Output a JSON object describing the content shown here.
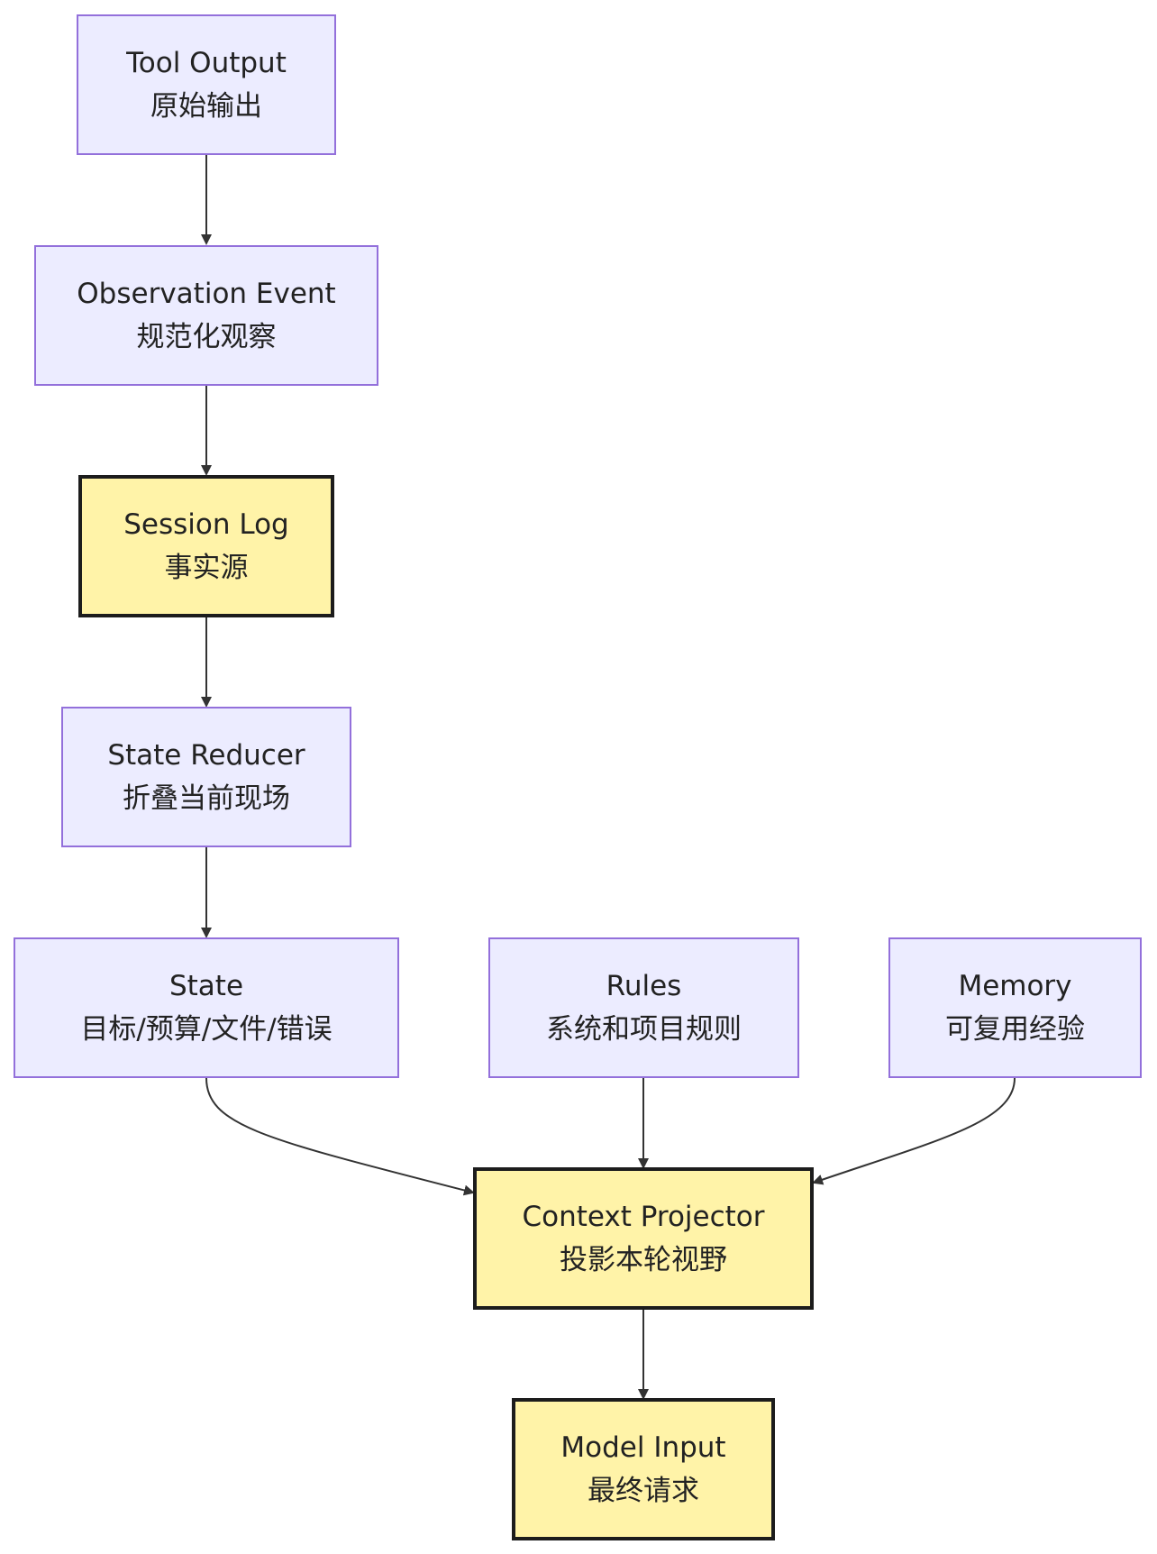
{
  "nodes": {
    "tool_output": {
      "title": "Tool Output",
      "sub": "原始输出"
    },
    "observation_event": {
      "title": "Observation Event",
      "sub": "规范化观察"
    },
    "session_log": {
      "title": "Session Log",
      "sub": "事实源"
    },
    "state_reducer": {
      "title": "State Reducer",
      "sub": "折叠当前现场"
    },
    "state": {
      "title": "State",
      "sub": "目标/预算/文件/错误"
    },
    "rules": {
      "title": "Rules",
      "sub": "系统和项目规则"
    },
    "memory": {
      "title": "Memory",
      "sub": "可复用经验"
    },
    "context_projector": {
      "title": "Context Projector",
      "sub": "投影本轮视野"
    },
    "model_input": {
      "title": "Model Input",
      "sub": "最终请求"
    }
  },
  "colors": {
    "node_fill": "#ECECFF",
    "node_border": "#9370DB",
    "key_fill": "#FFF3A8",
    "key_border": "#1c1c1c",
    "edge": "#333333"
  },
  "edges": [
    {
      "from": "tool_output",
      "to": "observation_event"
    },
    {
      "from": "observation_event",
      "to": "session_log"
    },
    {
      "from": "session_log",
      "to": "state_reducer"
    },
    {
      "from": "state_reducer",
      "to": "state"
    },
    {
      "from": "state",
      "to": "context_projector"
    },
    {
      "from": "rules",
      "to": "context_projector"
    },
    {
      "from": "memory",
      "to": "context_projector"
    },
    {
      "from": "context_projector",
      "to": "model_input"
    }
  ]
}
